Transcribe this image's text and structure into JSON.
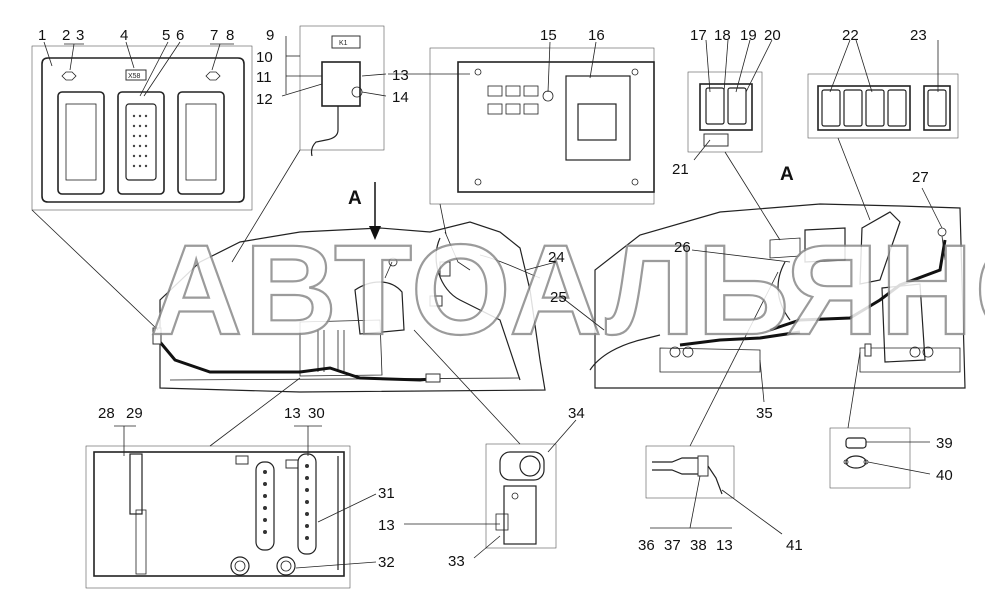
{
  "watermark": "АВТОАЛЬЯНС",
  "view_letter": "A",
  "view_arrow_label": "A",
  "callouts": {
    "n1": "1",
    "n2": "2",
    "n3": "3",
    "n4": "4",
    "n5": "5",
    "n6": "6",
    "n7": "7",
    "n8": "8",
    "n9": "9",
    "n10": "10",
    "n11": "11",
    "n12": "12",
    "n13a": "13",
    "n14": "14",
    "n15": "15",
    "n16": "16",
    "n17": "17",
    "n18": "18",
    "n19": "19",
    "n20": "20",
    "n21": "21",
    "n22": "22",
    "n23": "23",
    "n24": "24",
    "n25": "25",
    "n26": "26",
    "n27": "27",
    "n28": "28",
    "n29": "29",
    "n13b": "13",
    "n30": "30",
    "n31": "31",
    "n32": "32",
    "n13c": "13",
    "n33": "33",
    "n34": "34",
    "n35": "35",
    "n36": "36",
    "n37": "37",
    "n38": "38",
    "n13d": "13",
    "n39": "39",
    "n40": "40",
    "n41": "41"
  },
  "tags": {
    "x58": "X58",
    "k1": "K1"
  }
}
